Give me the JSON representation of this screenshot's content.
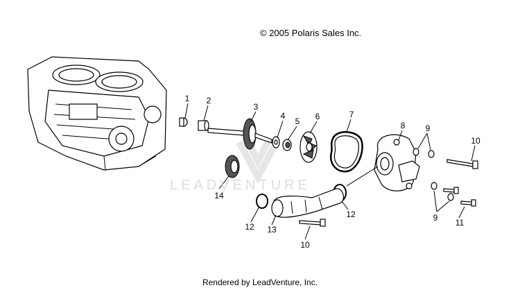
{
  "copyright": "© 2005 Polaris Sales Inc.",
  "footer": "Rendered by LeadVenture, Inc.",
  "watermark": "LEADVENTURE",
  "callouts": [
    {
      "id": "1",
      "label": "1"
    },
    {
      "id": "2",
      "label": "2"
    },
    {
      "id": "3",
      "label": "3"
    },
    {
      "id": "4",
      "label": "4"
    },
    {
      "id": "5",
      "label": "5"
    },
    {
      "id": "6",
      "label": "6"
    },
    {
      "id": "7",
      "label": "7"
    },
    {
      "id": "8",
      "label": "8"
    },
    {
      "id": "9a",
      "label": "9"
    },
    {
      "id": "9b",
      "label": "9"
    },
    {
      "id": "10a",
      "label": "10"
    },
    {
      "id": "10b",
      "label": "10"
    },
    {
      "id": "11",
      "label": "11"
    },
    {
      "id": "12a",
      "label": "12"
    },
    {
      "id": "12b",
      "label": "12"
    },
    {
      "id": "13",
      "label": "13"
    },
    {
      "id": "14",
      "label": "14"
    }
  ]
}
